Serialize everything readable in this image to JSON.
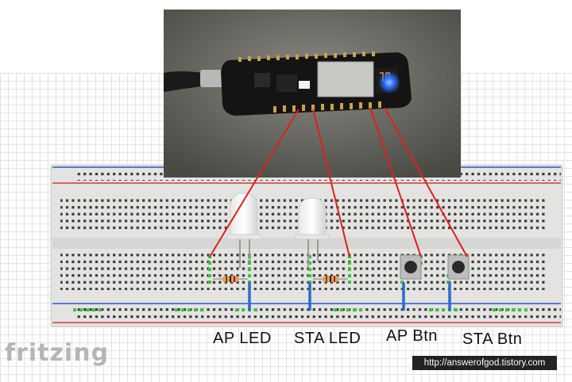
{
  "labels": {
    "ap_led": "AP LED",
    "sta_led": "STA LED",
    "ap_btn": "AP Btn",
    "sta_btn": "STA Btn"
  },
  "branding": {
    "app_logo": "fritzing",
    "blog_url": "http://answerofgod.tistory.com"
  },
  "board": {
    "name": "NodeMCU ESP8266",
    "wire_color": "#e0201b",
    "led_color": "#2b6cff"
  }
}
